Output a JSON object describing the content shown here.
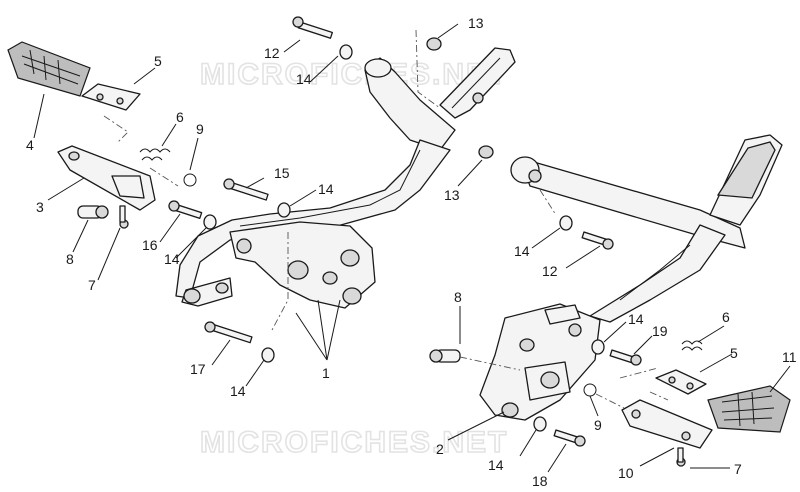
{
  "watermark": {
    "text": "MICROFICHES.NET"
  },
  "callouts": {
    "c1": "1",
    "c2": "2",
    "c3": "3",
    "c4": "4",
    "c5a": "5",
    "c5b": "5",
    "c6a": "6",
    "c6b": "6",
    "c7a": "7",
    "c7b": "7",
    "c8a": "8",
    "c8b": "8",
    "c9a": "9",
    "c9b": "9",
    "c10": "10",
    "c11": "11",
    "c12a": "12",
    "c12b": "12",
    "c13a": "13",
    "c13b": "13",
    "c14a": "14",
    "c14b": "14",
    "c14c": "14",
    "c14d": "14",
    "c14e": "14",
    "c14f": "14",
    "c14g": "14",
    "c15": "15",
    "c16": "16",
    "c17": "17",
    "c18": "18",
    "c19": "19"
  }
}
